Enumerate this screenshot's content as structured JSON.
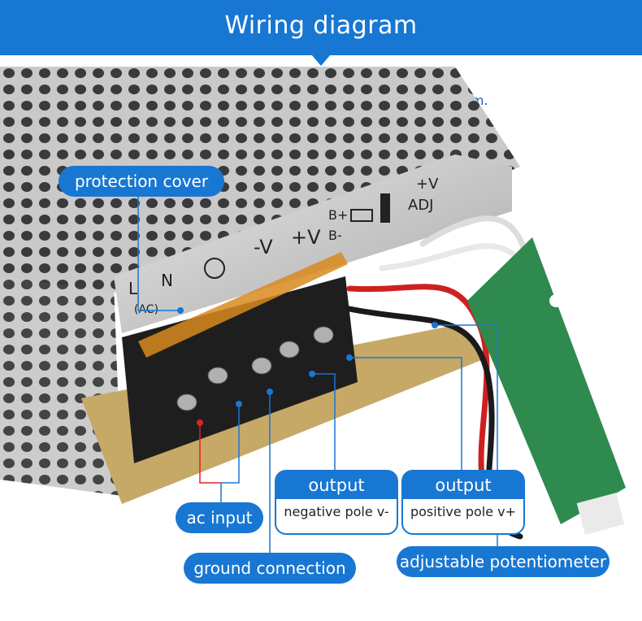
{
  "title": "Wiring diagram",
  "subtitle_line1": "Safe use of electrical equipment,",
  "subtitle_line2": "Connect the wires according to the wiring diagram.",
  "labels": {
    "protection_cover": "protection cover",
    "ac_input": "ac input",
    "ground_connection": "ground connection",
    "adjustable_potentiometer": "adjustable potentiometer",
    "output_negative_head": "output",
    "output_negative_body": "negative pole v-",
    "output_positive_head": "output",
    "output_positive_body": "positive pole v+"
  },
  "device_markings": {
    "l": "L",
    "n": "N",
    "ac": "(AC)",
    "minus_v": "-V",
    "plus_v": "+V",
    "b_plus": "B+",
    "b_minus": "B-",
    "plus_v_top": "+V",
    "adj": "ADJ"
  },
  "colors": {
    "accent": "#1877d2",
    "subtitle": "#1a5fb0",
    "ac_line": "#e02020"
  }
}
